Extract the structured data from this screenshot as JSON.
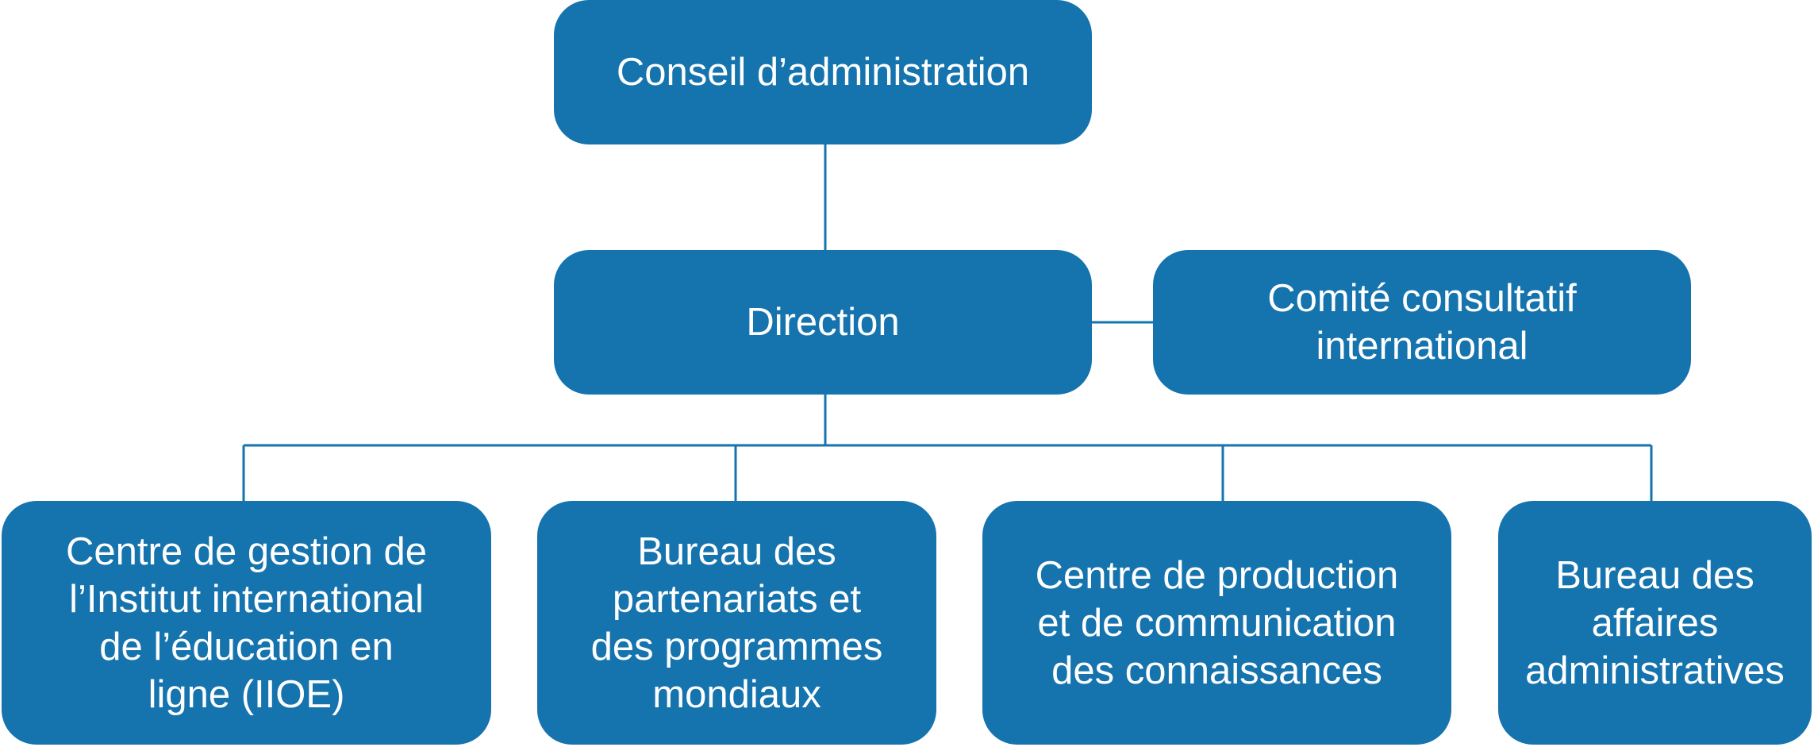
{
  "diagram": {
    "colors": {
      "node_fill": "#1573ae",
      "node_text": "#ffffff",
      "connector": "#1573ae"
    },
    "nodes": {
      "board": {
        "label": "Conseil d’administration"
      },
      "direction": {
        "label": "Direction"
      },
      "advisory": {
        "label": "Comité consultatif\ninternational"
      },
      "children": [
        {
          "label": "Centre de gestion de\nl’Institut international\nde l’éducation en\nligne (IIOE)"
        },
        {
          "label": "Bureau des\npartenariats et\ndes programmes\nmondiaux"
        },
        {
          "label": "Centre de production\net de communication\ndes connaissances"
        },
        {
          "label": "Bureau des\naffaires\nadministratives"
        }
      ]
    },
    "edges": [
      {
        "from": "board",
        "to": "direction"
      },
      {
        "from": "direction",
        "to": "advisory"
      },
      {
        "from": "direction",
        "to": "children.0"
      },
      {
        "from": "direction",
        "to": "children.1"
      },
      {
        "from": "direction",
        "to": "children.2"
      },
      {
        "from": "direction",
        "to": "children.3"
      }
    ]
  }
}
